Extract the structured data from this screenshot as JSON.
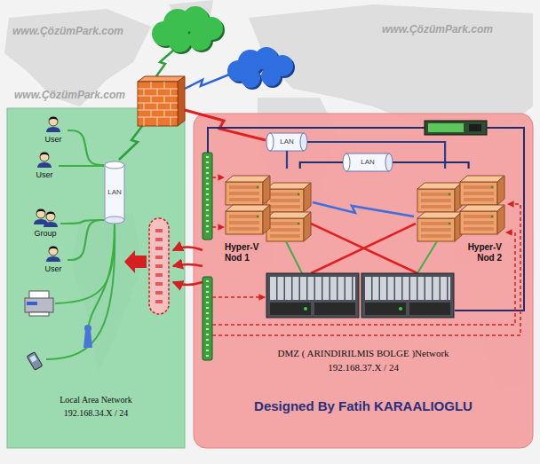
{
  "diagram": {
    "nodes": [
      {
        "text": [
          "Local Area Network",
          "192.168.34.X / 24"
        ]
      },
      {
        "text": [
          "User"
        ],
        "in": 0
      },
      {
        "text": [
          "User"
        ],
        "in": 0
      },
      {
        "text": [
          "Group"
        ],
        "in": 0
      },
      {
        "text": [
          "User"
        ],
        "in": 0
      },
      {
        "text": [
          "LAN"
        ],
        "in": 0
      },
      {
        "text": [
          "DMZ ( ARINDIRILMIS BOLGE )Network",
          "192.168.37.X / 24",
          "Designed By Fatih KARAALIOGLU"
        ]
      },
      {
        "text": [
          "LAN"
        ],
        "in": 6
      },
      {
        "text": [
          "LAN"
        ],
        "in": 6
      },
      {
        "text": [
          "Hyper-V Nod 1"
        ],
        "in": 6
      },
      {
        "text": [
          "Hyper-V Nod 2"
        ],
        "in": 6
      }
    ],
    "edges": [
      {
        "from": 5,
        "to": 1,
        "arrow": "none"
      },
      {
        "from": 5,
        "to": 2,
        "arrow": "none"
      },
      {
        "from": 5,
        "to": 3,
        "arrow": "none"
      },
      {
        "from": 5,
        "to": 4,
        "arrow": "none"
      },
      {
        "from": 7,
        "to": 9,
        "arrow": "none"
      },
      {
        "from": 7,
        "to": 10,
        "arrow": "none"
      },
      {
        "from": 8,
        "to": 9,
        "arrow": "none"
      },
      {
        "from": 8,
        "to": 10,
        "arrow": "none"
      }
    ],
    "labels": [
      "www.ÇözümPark.com",
      "www.ÇözümPark.com",
      "www.ÇözümPark.com"
    ]
  }
}
